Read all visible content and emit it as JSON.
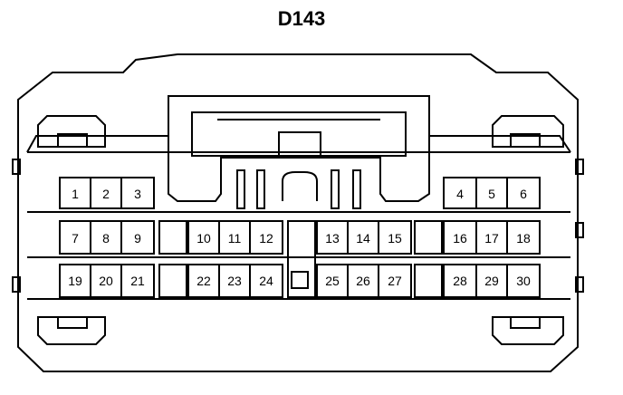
{
  "diagram": {
    "title": "D143",
    "line_color": "#000000",
    "background": "#ffffff",
    "pins": {
      "row1": [
        "1",
        "2",
        "3",
        "4",
        "5",
        "6"
      ],
      "row2": [
        "7",
        "8",
        "9",
        "10",
        "11",
        "12",
        "13",
        "14",
        "15",
        "16",
        "17",
        "18"
      ],
      "row3": [
        "19",
        "20",
        "21",
        "22",
        "23",
        "24",
        "25",
        "26",
        "27",
        "28",
        "29",
        "30"
      ]
    }
  }
}
